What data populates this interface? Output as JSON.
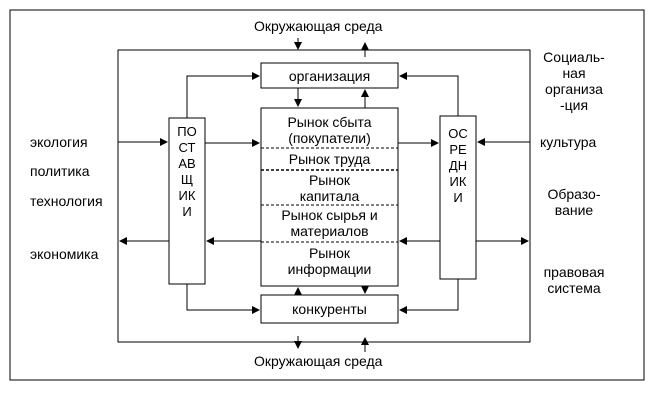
{
  "environment": {
    "top": "Окружающая среда",
    "bottom": "Окружающая среда"
  },
  "left_factors": [
    "экология",
    "политика",
    "технология",
    "экономика"
  ],
  "right_factors": {
    "social_organization": "Социаль-\nная\nорганиза\n-ция",
    "culture": "культура",
    "education": "Образо-\nвание",
    "legal_system": "правовая\nсистема"
  },
  "boxes": {
    "organization": "организация",
    "competitors": "конкуренты",
    "suppliers": "ПОСТАВЩИКИ",
    "intermediaries": "ОСРЕДНИКИ"
  },
  "markets": [
    "Рынок сбыта\n(покупатели)",
    "Рынок труда",
    "Рынок\nкапитала",
    "Рынок сырья и\nматериалов",
    "Рынок\nинформации"
  ]
}
